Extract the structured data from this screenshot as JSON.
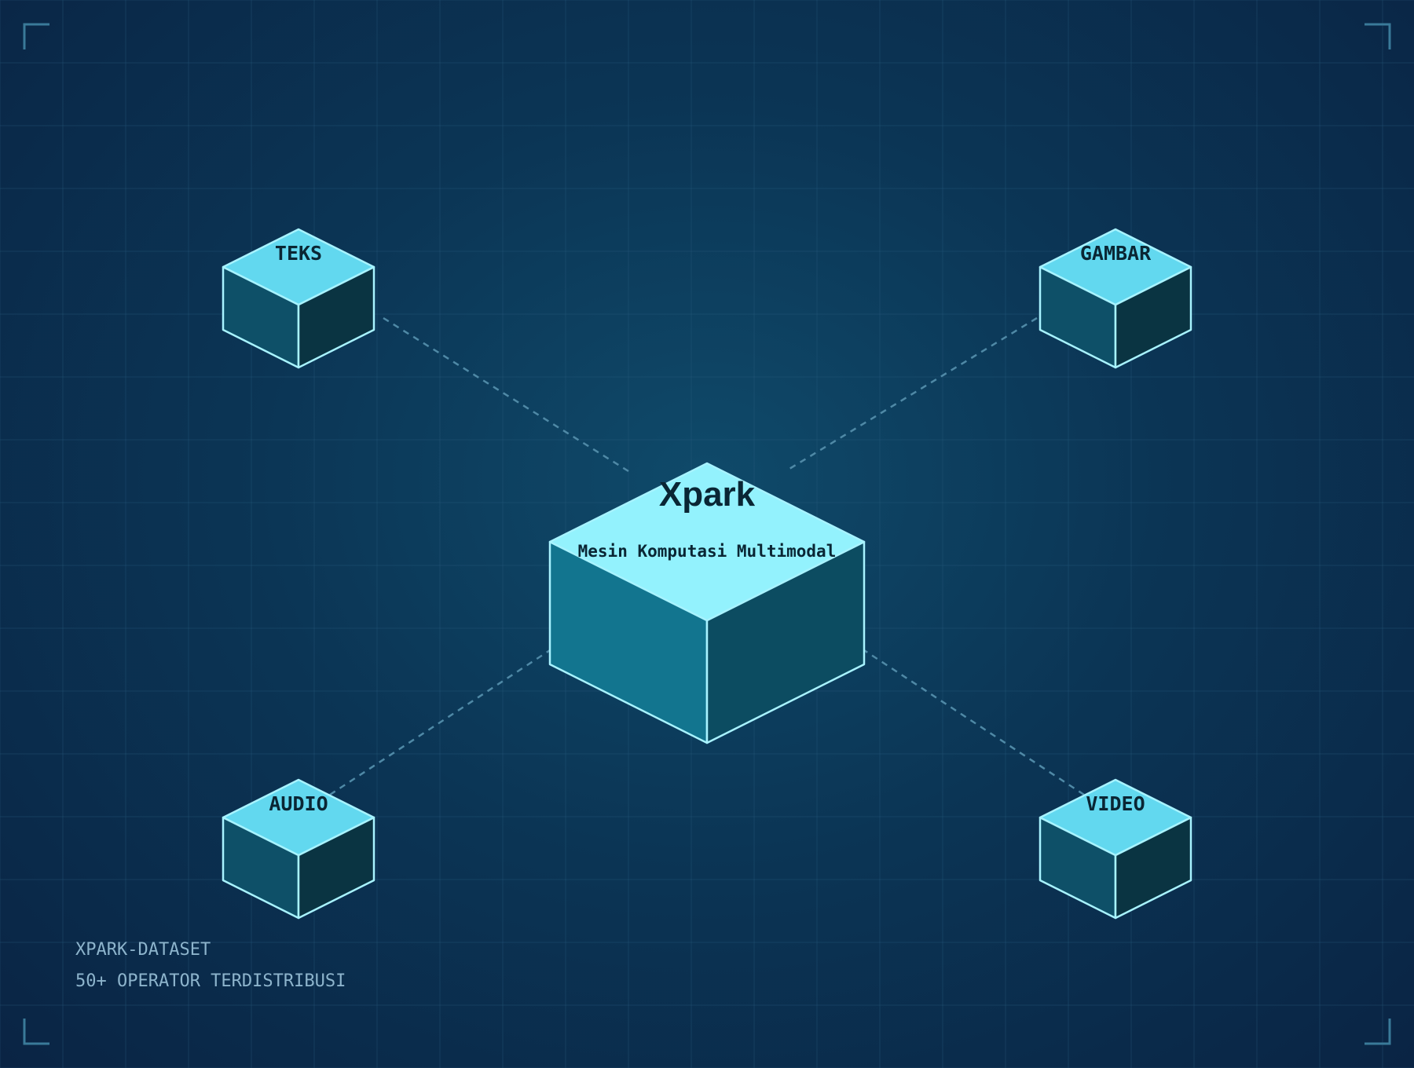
{
  "colors": {
    "background": "#0b3555",
    "grid": "#2c5f80",
    "connector": "#4f89a6",
    "cube_top": "#62d8ef",
    "cube_left": "#0e5068",
    "cube_right": "#0a3442",
    "cube_edge": "#a8f3ff",
    "center_top": "#93f2fd",
    "center_left": "#12758f",
    "center_right": "#0c4c61",
    "label": "#0a2634",
    "footer_text": "#8db4cc",
    "corner": "#3a7a99"
  },
  "center": {
    "title": "Xpark",
    "subtitle": "Mesin Komputasi Multimodal"
  },
  "modalities": [
    {
      "id": "teks",
      "label": "TEKS",
      "position": "top-left"
    },
    {
      "id": "gambar",
      "label": "GAMBAR",
      "position": "top-right"
    },
    {
      "id": "audio",
      "label": "AUDIO",
      "position": "bottom-left"
    },
    {
      "id": "video",
      "label": "VIDEO",
      "position": "bottom-right"
    }
  ],
  "footer": {
    "line1": "XPARK-DATASET",
    "line2": "50+ OPERATOR TERDISTRIBUSI"
  }
}
